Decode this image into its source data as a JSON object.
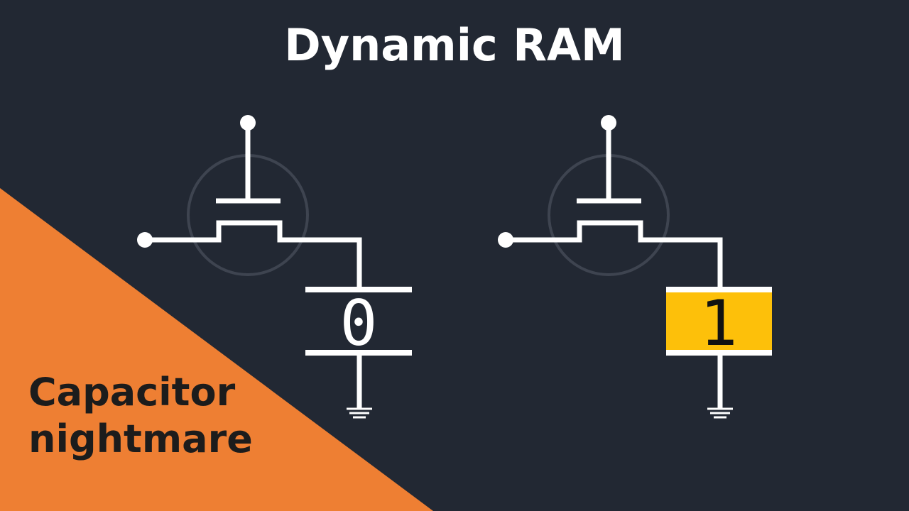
{
  "title": "Dynamic RAM",
  "corner_label": {
    "line1": "Capacitor",
    "line2": "nightmare"
  },
  "cells": [
    {
      "bit_value": "0",
      "charged": false
    },
    {
      "bit_value": "1",
      "charged": true
    }
  ],
  "colors": {
    "background": "#222833",
    "wire": "#ffffff",
    "transistor_ring": "#3e4450",
    "corner_triangle": "#ee7f33",
    "charge_fill": "#fdc00a",
    "charged_text": "#111111"
  }
}
